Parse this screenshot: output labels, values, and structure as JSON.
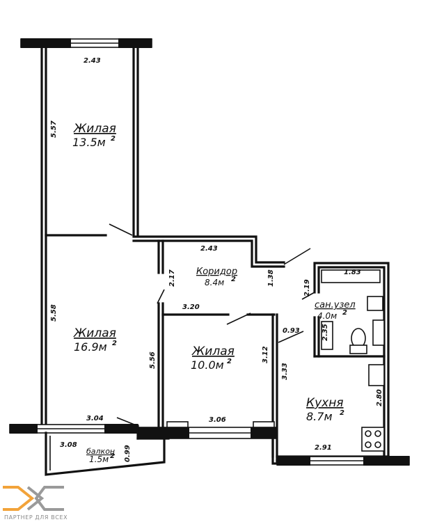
{
  "rooms": {
    "living_top": {
      "name": "Жилая",
      "area": "13.5м"
    },
    "living_left": {
      "name": "Жилая",
      "area": "16.9м"
    },
    "living_middle": {
      "name": "Жилая",
      "area": "10.0м"
    },
    "corridor": {
      "name": "Коридор",
      "area": "8.4м"
    },
    "bathroom": {
      "name": "сан.узел",
      "area": "4.0м"
    },
    "kitchen": {
      "name": "Кухня",
      "area": "8.7м"
    },
    "balcony": {
      "name": "балкон",
      "area": "1.5м"
    }
  },
  "area_unit_exponent": "2",
  "dimensions": {
    "top_width": "2.43",
    "top_height": "5.57",
    "corridor_width": "2.43",
    "corridor_height": "2.17",
    "corridor_depth": "1.38",
    "left_height": "5.58",
    "middle_room_width": "3.20",
    "middle_room_height_left": "5.56",
    "middle_room_height_right": "3.12",
    "middle_room_bottom": "3.06",
    "left_room_bottom": "3.04",
    "balcony_width": "3.08",
    "balcony_depth": "0.99",
    "bath_width": "1.83",
    "bath_height": "2.19",
    "bath_inner": "2.35",
    "bath_door": "0.93",
    "kitchen_left": "3.33",
    "kitchen_right": "2.80",
    "kitchen_bottom": "2.91"
  },
  "logo": {
    "tagline": "ПАРТНЕР ДЛЯ ВСЕХ",
    "accent_color": "#f2a33a",
    "gray_color": "#9a9a9a"
  }
}
